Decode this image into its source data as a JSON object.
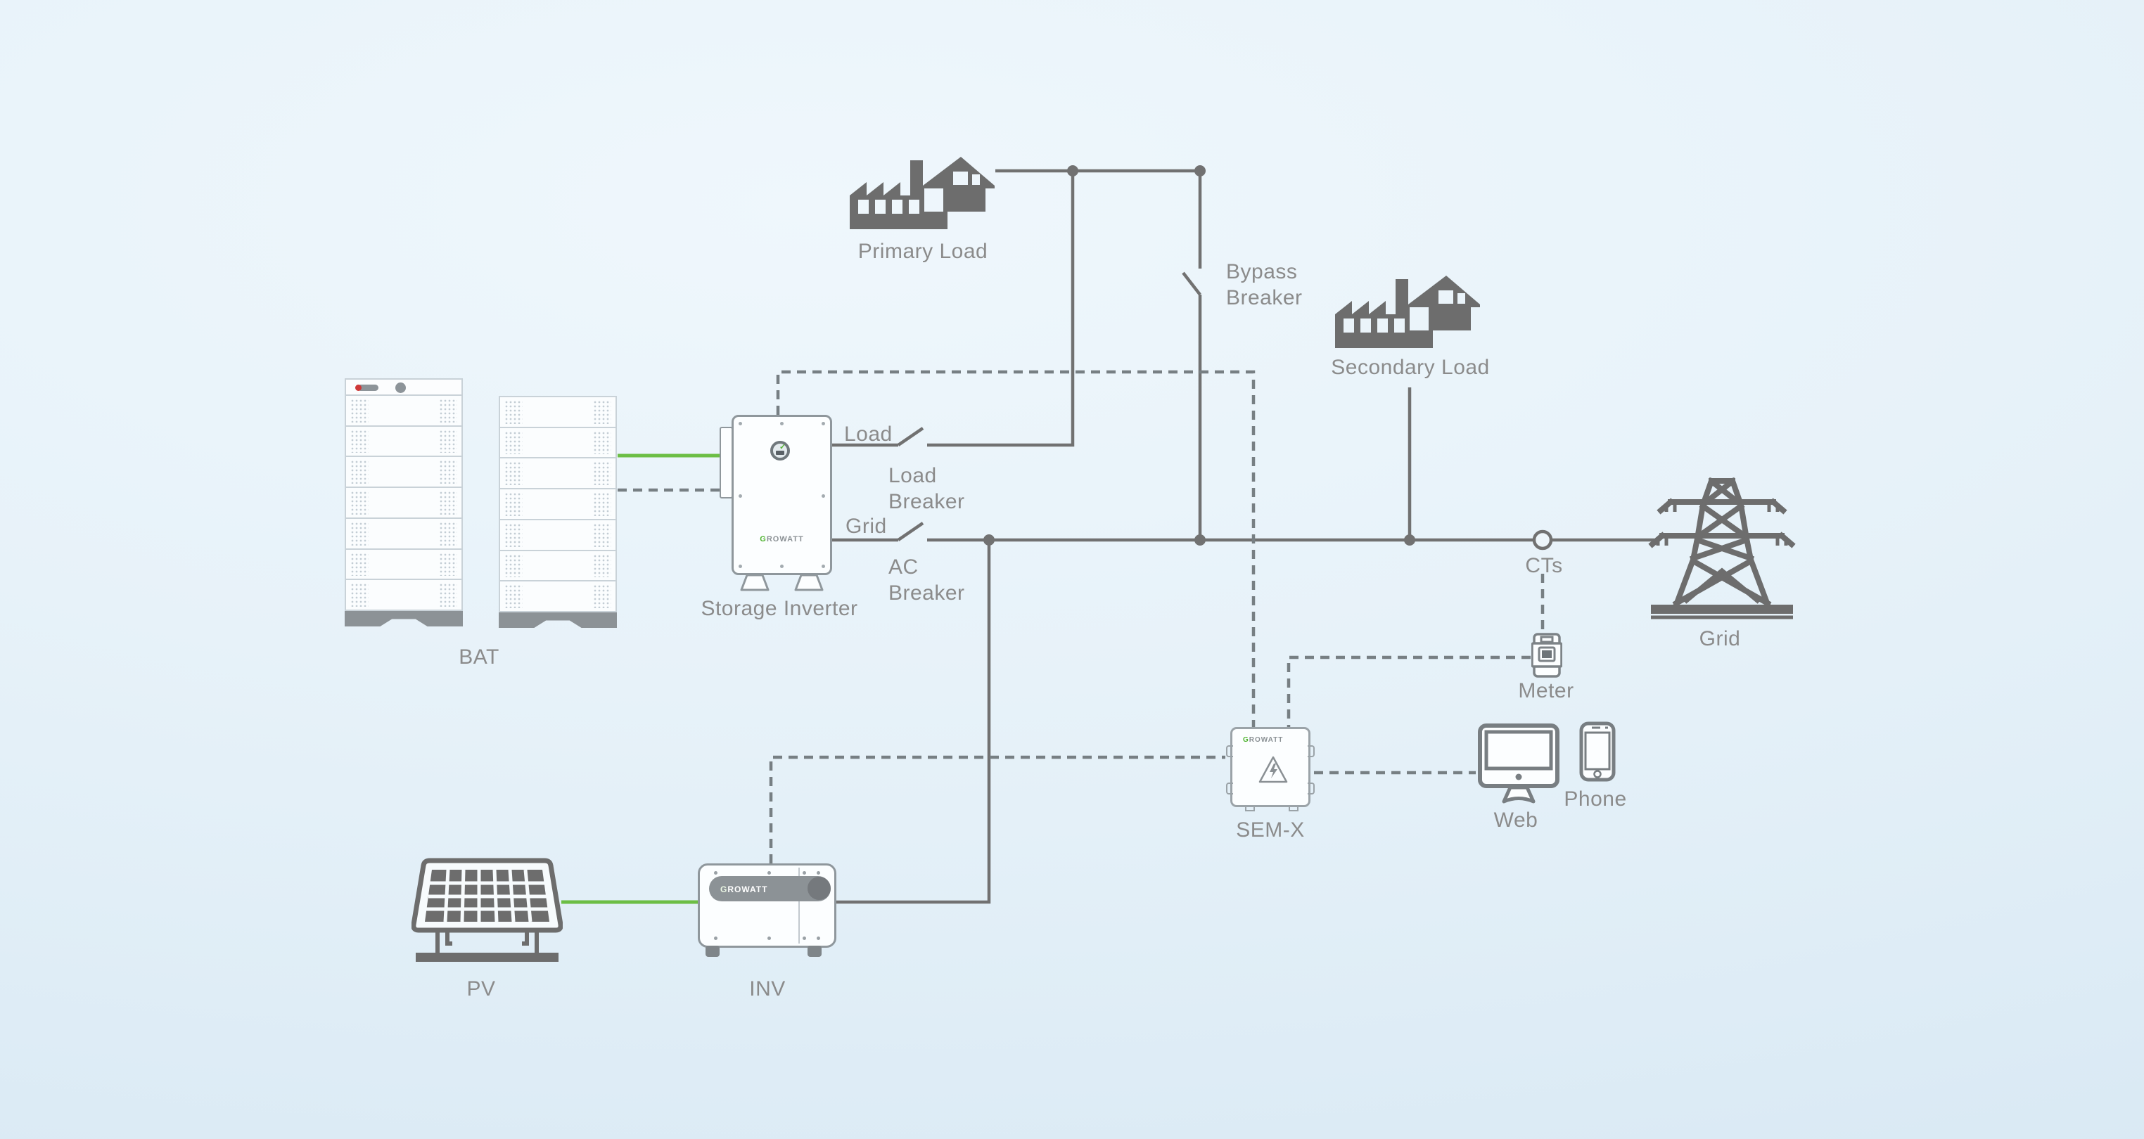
{
  "labels": {
    "primary_load": "Primary Load",
    "secondary_load": "Secondary Load",
    "bypass_breaker": [
      "Bypass",
      "Breaker"
    ],
    "load_port": "Load",
    "load_breaker": [
      "Load",
      "Breaker"
    ],
    "grid_port": "Grid",
    "ac_breaker": [
      "AC",
      "Breaker"
    ],
    "bat": "BAT",
    "storage_inverter": "Storage Inverter",
    "grid": "Grid",
    "cts": "CTs",
    "meter": "Meter",
    "sem_x": "SEM-X",
    "web": "Web",
    "phone": "Phone",
    "pv": "PV",
    "inv": "INV"
  },
  "brand": {
    "g": "G",
    "rest": "ROWATT"
  },
  "colors": {
    "icon_gray": "#6d6d6d",
    "line_gray": "#717171",
    "label_gray": "#8b8b8b",
    "green": "#6cbe45",
    "red": "#cf3838",
    "background_top": "#eef6fb",
    "background_bottom": "#d9e9f4"
  }
}
